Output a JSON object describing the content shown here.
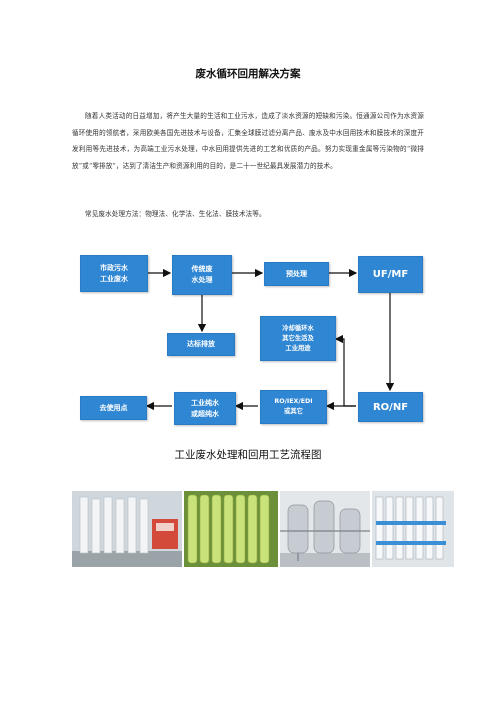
{
  "document": {
    "title": "废水循环回用解决方案",
    "paragraphs": [
      "随着人类活动的日益增加，将产生大量的生活和工业污水，造成了淡水资源的短缺和污染。恒通源公司作为水资源循环使用的领航者，采用欧美各国先进技术与设备，汇集全球膜过滤分离产品、废水及中水回用技术和膜技术的深度开发利用等先进技术，为高端工业污水处理，中水回用提供先进的工艺和优质的产品。努力实现重金属等污染物的“微排放”或“零排放”，达到了清洁生产和资源利用的目的，是二十一世纪最具发展潜力的技术。",
      "常见废水处理方法：物理法、化学法、生化法、膜技术法等。"
    ]
  },
  "flowchart": {
    "nodes": {
      "source": "市政污水\n工业废水",
      "traditional": "传统废\n水处理",
      "pretreat": "预处理",
      "ufmf": "UF/MF",
      "discharge": "达标排放",
      "cooling": "冷却循环水\n其它生活及\n工业用途",
      "ronf": "RO/NF",
      "roiex": "RO/IEX/EDI\n或其它",
      "pure": "工业纯水\n或超纯水",
      "use": "去使用点"
    },
    "caption": "工业废水处理和回用工艺流程图"
  },
  "colors": {
    "box": "#2f86d3",
    "arrow": "#111111"
  },
  "photos": [
    {
      "name": "uf-membrane-rack-photo-icon"
    },
    {
      "name": "filter-column-array-photo-icon"
    },
    {
      "name": "steel-tank-system-photo-icon"
    },
    {
      "name": "ro-membrane-skid-photo-icon"
    }
  ]
}
